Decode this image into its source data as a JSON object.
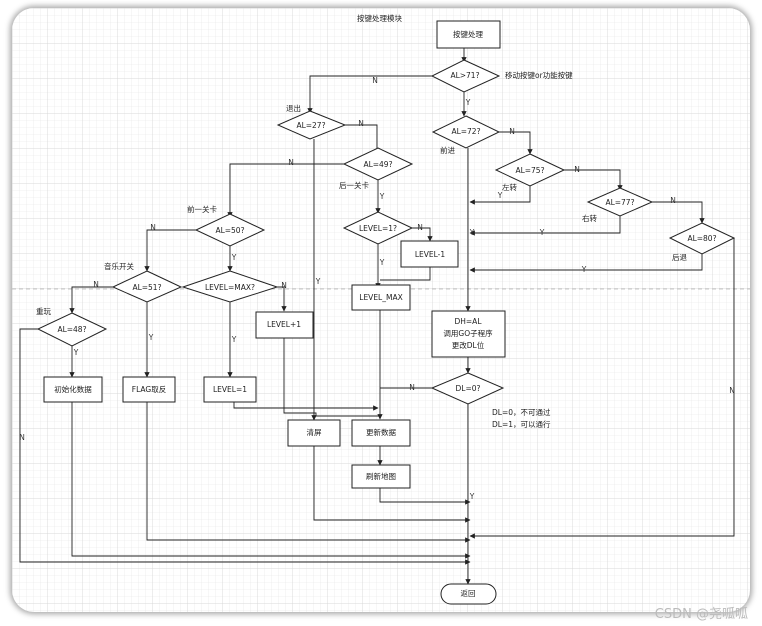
{
  "title": "按键处理模块",
  "nodes": {
    "start": "按键处理",
    "d71": "AL>71?",
    "d71_note": "移动按键or功能按键",
    "d27": "AL=27?",
    "exit_label": "退出",
    "d72": "AL=72?",
    "forward_label": "前进",
    "d49": "AL=49?",
    "prev_level_label": "后一关卡",
    "d75": "AL=75?",
    "left_label": "左转",
    "d50": "AL=50?",
    "next_level_label": "前一关卡",
    "d77": "AL=77?",
    "right_label": "右转",
    "level_eq1": "LEVEL=1?",
    "level_dec": "LEVEL-1",
    "d80": "AL=80?",
    "back_label": "后退",
    "d51": "AL=51?",
    "music_label": "音乐开关",
    "level_max_q": "LEVEL=MAX?",
    "level_max": "LEVEL_MAX",
    "d48": "AL=48?",
    "restart_label": "重玩",
    "level_inc": "LEVEL+1",
    "dh_box": [
      "DH=AL",
      "调用GO子程序",
      "更改DL位"
    ],
    "d0": "DL=0?",
    "dl_note": [
      "DL=0，不可通过",
      "DL=1，可以通行"
    ],
    "init": "初始化数据",
    "flag": "FLAG取反",
    "level_set1": "LEVEL=1",
    "clear": "清屏",
    "update": "更新数据",
    "refresh": "刷新地图",
    "return": "返回"
  },
  "edge_labels": {
    "yes": "Y",
    "no": "N"
  },
  "watermark": "CSDN @尧呱呱"
}
